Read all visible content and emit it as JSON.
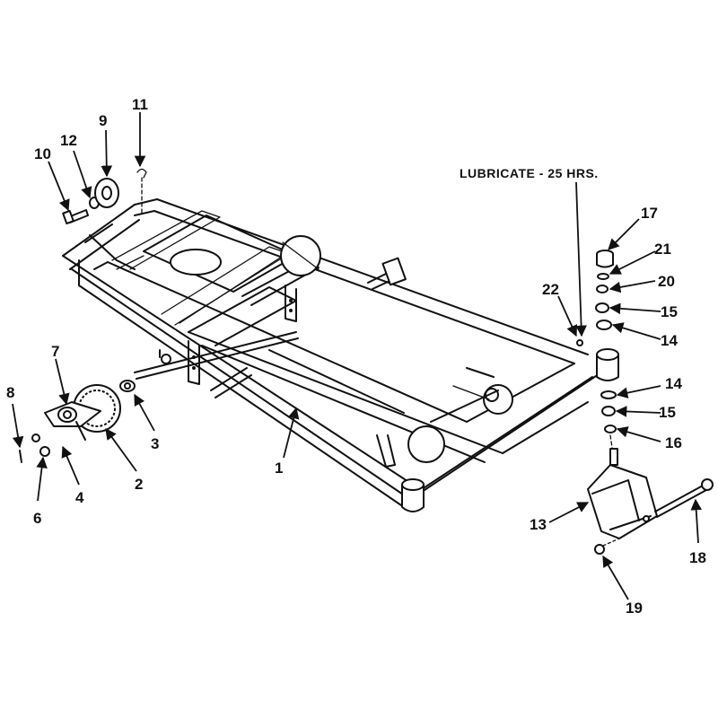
{
  "note": "LUBRICATE - 25 HRS.",
  "callouts": [
    {
      "id": "c1",
      "label": "1"
    },
    {
      "id": "c2",
      "label": "2"
    },
    {
      "id": "c3",
      "label": "3"
    },
    {
      "id": "c4",
      "label": "4"
    },
    {
      "id": "c6",
      "label": "6"
    },
    {
      "id": "c7",
      "label": "7"
    },
    {
      "id": "c8",
      "label": "8"
    },
    {
      "id": "c9",
      "label": "9"
    },
    {
      "id": "c10",
      "label": "10"
    },
    {
      "id": "c11",
      "label": "11"
    },
    {
      "id": "c12",
      "label": "12"
    },
    {
      "id": "c13",
      "label": "13"
    },
    {
      "id": "c14a",
      "label": "14"
    },
    {
      "id": "c14b",
      "label": "14"
    },
    {
      "id": "c15a",
      "label": "15"
    },
    {
      "id": "c15b",
      "label": "15"
    },
    {
      "id": "c16",
      "label": "16"
    },
    {
      "id": "c17",
      "label": "17"
    },
    {
      "id": "c18",
      "label": "18"
    },
    {
      "id": "c19",
      "label": "19"
    },
    {
      "id": "c20",
      "label": "20"
    },
    {
      "id": "c21",
      "label": "21"
    },
    {
      "id": "c22",
      "label": "22"
    }
  ]
}
